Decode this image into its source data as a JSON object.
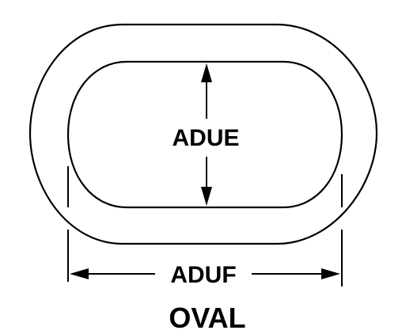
{
  "diagram": {
    "inner_dimension_label": "ADUE",
    "outer_dimension_label": "ADUF",
    "caption": "OVAL"
  }
}
